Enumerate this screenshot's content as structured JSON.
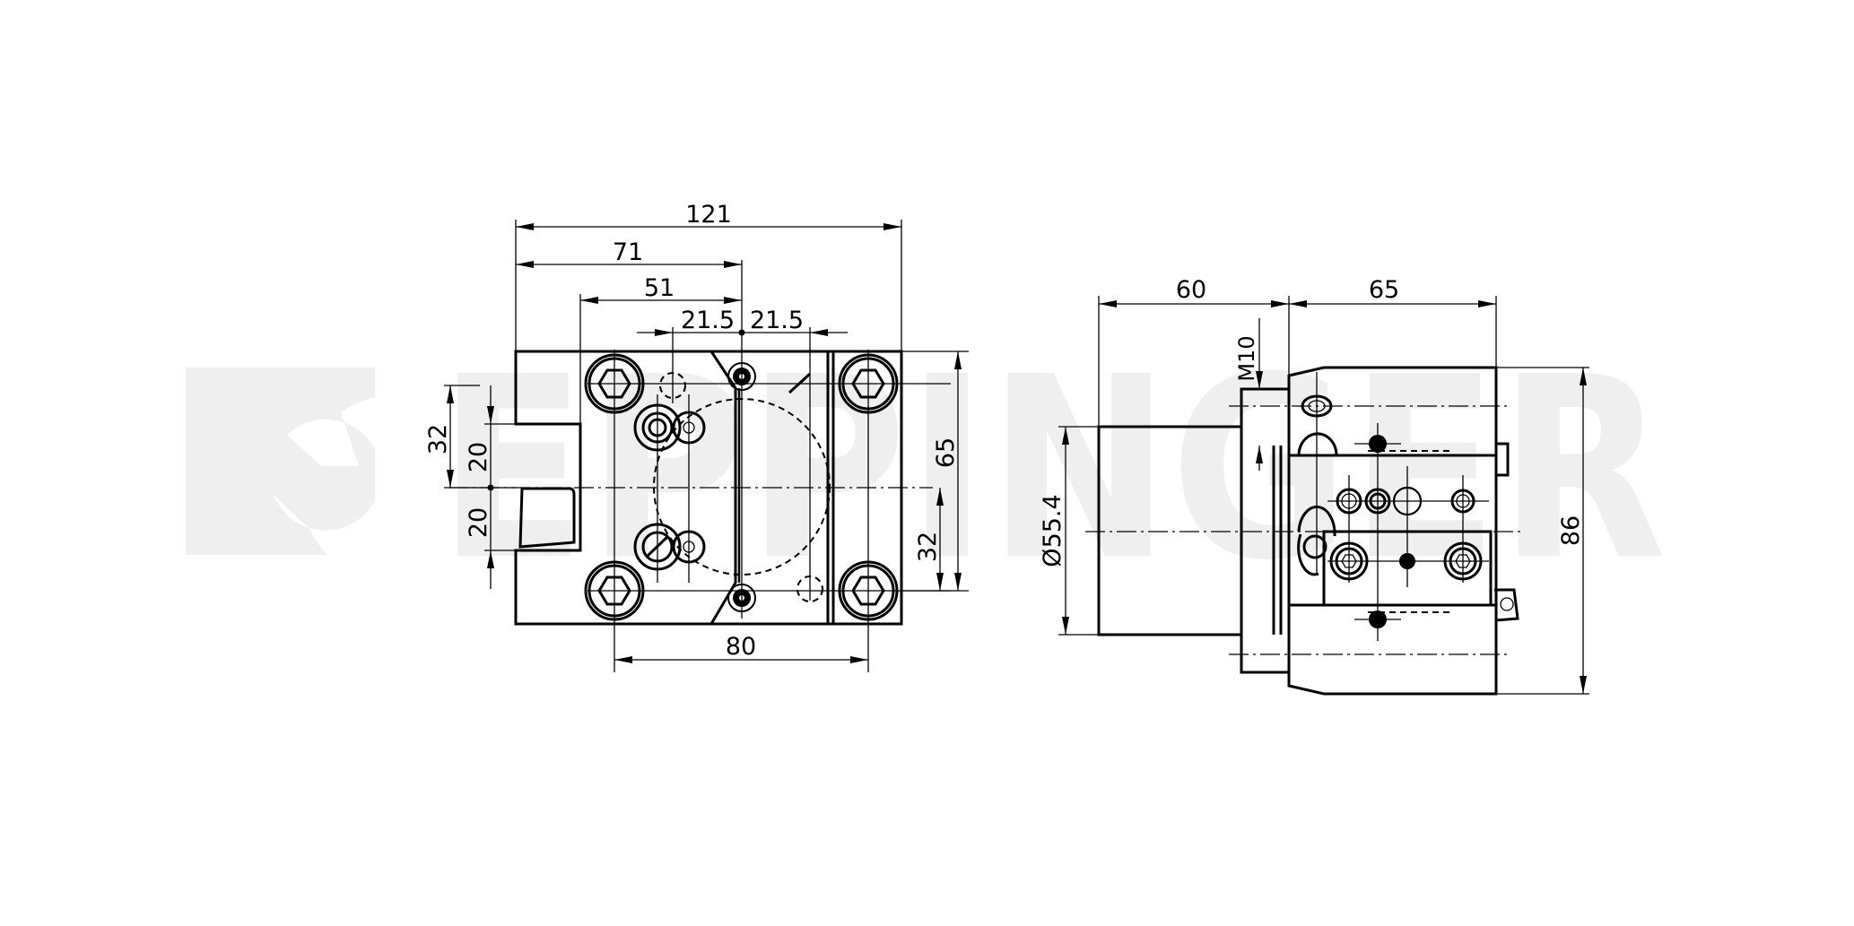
{
  "watermark": {
    "brand": "EPPINGER",
    "color": "#efefef"
  },
  "front_view": {
    "dimensions": {
      "overall_width": "121",
      "width_71": "71",
      "width_51": "51",
      "half_left": "21.5",
      "half_right": "21.5",
      "bolt_spacing": "80",
      "height_32_left": "32",
      "slot_upper": "20",
      "slot_lower": "20",
      "height_65": "65",
      "height_32_right": "32"
    }
  },
  "side_view": {
    "dimensions": {
      "shank_length": "60",
      "body_length": "65",
      "thread": "M10",
      "shank_diameter": "Ø55.4",
      "height_86": "86"
    }
  }
}
